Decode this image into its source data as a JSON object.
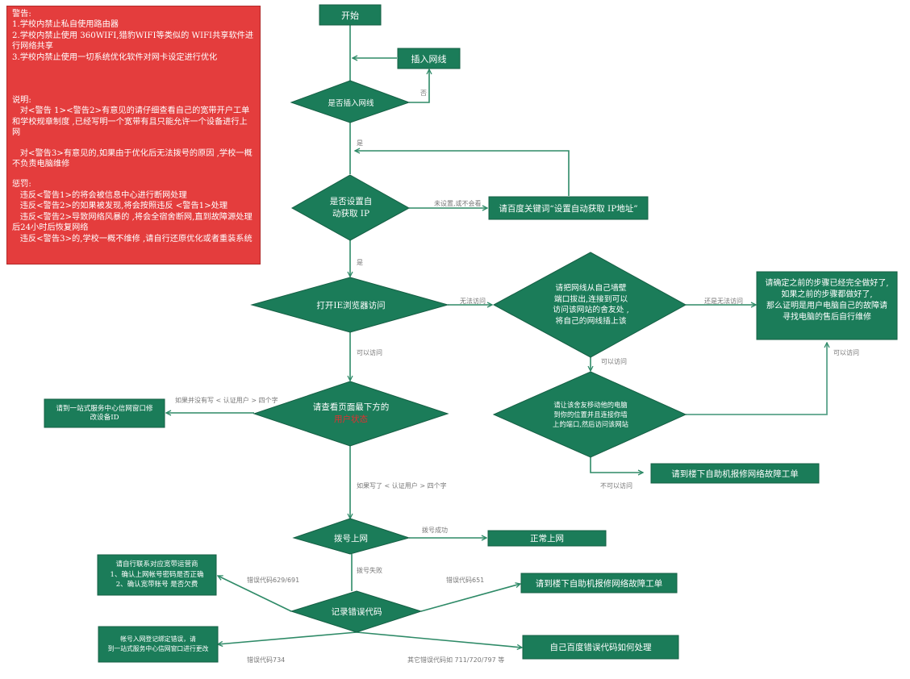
{
  "colors": {
    "node_fill": "#1b7c59",
    "node_stroke": "#155f44",
    "edge": "#2e8a67",
    "edge_light": "#5aa38a",
    "warning_bg": "#e43d3d",
    "label_gray": "#777777",
    "highlight_red": "#e03030"
  },
  "warning_panel": {
    "warnings_title": "警告:",
    "warnings": [
      "1.学校内禁止私自使用路由器",
      "2.学校内禁止使用 360WIFI,猎豹WIFI等类似的 WIFI共享软件进行网络共享",
      "3.学校内禁止使用一切系统优化软件对网卡设定进行优化"
    ],
    "explain_title": "说明:",
    "explanations": [
      "   对<警告 1><警告2>有意见的请仔细查看自己的宽带开户工单和学校规章制度 ,已经写明一个宽带有且只能允许一个设备进行上网",
      "   对<警告3>有意见的,如果由于优化后无法拨号的原因 ,学校一概不负责电脑维修"
    ],
    "penalty_title": "惩罚:",
    "penalties": [
      "   违反<警告1>的将会被信息中心进行断网处理",
      "   违反<警告2>的如果被发现,将会按照违反 <警告1>处理",
      "   违反<警告2>导致网络风暴的 ,将会全宿舍断网,直到故障源处理后24小时后恢复网络",
      "   违反<警告3>的,学校一概不维修 ,请自行还原优化或者重装系统"
    ]
  },
  "nodes": {
    "start": "开始",
    "plug_cable": "插入网线",
    "is_plugged": "是否插入网线",
    "is_auto_ip": [
      "是否设置自",
      "动获取 IP"
    ],
    "search_auto_ip": "请百度关键词“设置自动获取 IP地址”",
    "open_ie": "打开IE浏览器访问",
    "move_cable": [
      "请把网线从自己墙壁",
      "端口拔出,连接到可以",
      "访问该网站的舍友处 ,",
      "将自己的网线插上该"
    ],
    "own_pc_fault": [
      "请确定之前的步骤已经完全做好了,",
      "如果之前的步骤都做好了,",
      "那么证明是用户电脑自己的故障请",
      "寻找电脑的售后自行维修"
    ],
    "move_friend_pc": [
      "请让该舍友移动他的电脑",
      "到你的位置并且连接你墙",
      "上的端口,然后访问该网站"
    ],
    "repair_ticket_1": "请到楼下自助机报修网络故障工单",
    "check_user_status": [
      "请查看页面最下方的",
      "用户状态"
    ],
    "change_device_id": [
      "请到一站式服务中心信网窗口修",
      "改设备ID"
    ],
    "dial_up": "拨号上网",
    "normal_online": "正常上网",
    "record_error": "记录错误代码",
    "contact_isp": [
      "请自行联系对应宽带运营商",
      "1、确认上网帐号密码是否正确",
      "2、确认宽带账号 是否欠费"
    ],
    "repair_ticket_2": "请到楼下自助机报修网络故障工单",
    "binding_error": [
      "帐号入网登记绑定错误，请",
      "到一站式服务中心信网窗口进行更改"
    ],
    "search_error_code": "自己百度错误代码如何处理"
  },
  "edge_labels": {
    "no": "否",
    "yes_1": "是",
    "not_set": "未设置,或不会看",
    "yes_2": "是",
    "cannot_access": "无法访问",
    "can_access_1": "可以访问",
    "still_cannot": "还是无法访问",
    "can_access_2": "可以访问",
    "can_access_3": "可以访问",
    "cannot_access_2": "不可以访问",
    "not_written": "如果并没有写 < 认证用户 > 四个字",
    "written": "如果写了 < 认证用户 > 四个字",
    "dial_success": "拨号成功",
    "dial_fail": "拨号失败",
    "code_629": "错误代码629/691",
    "code_651": "错误代码651",
    "code_734": "错误代码734",
    "code_other": "其它错误代码如 711/720/797 等"
  }
}
